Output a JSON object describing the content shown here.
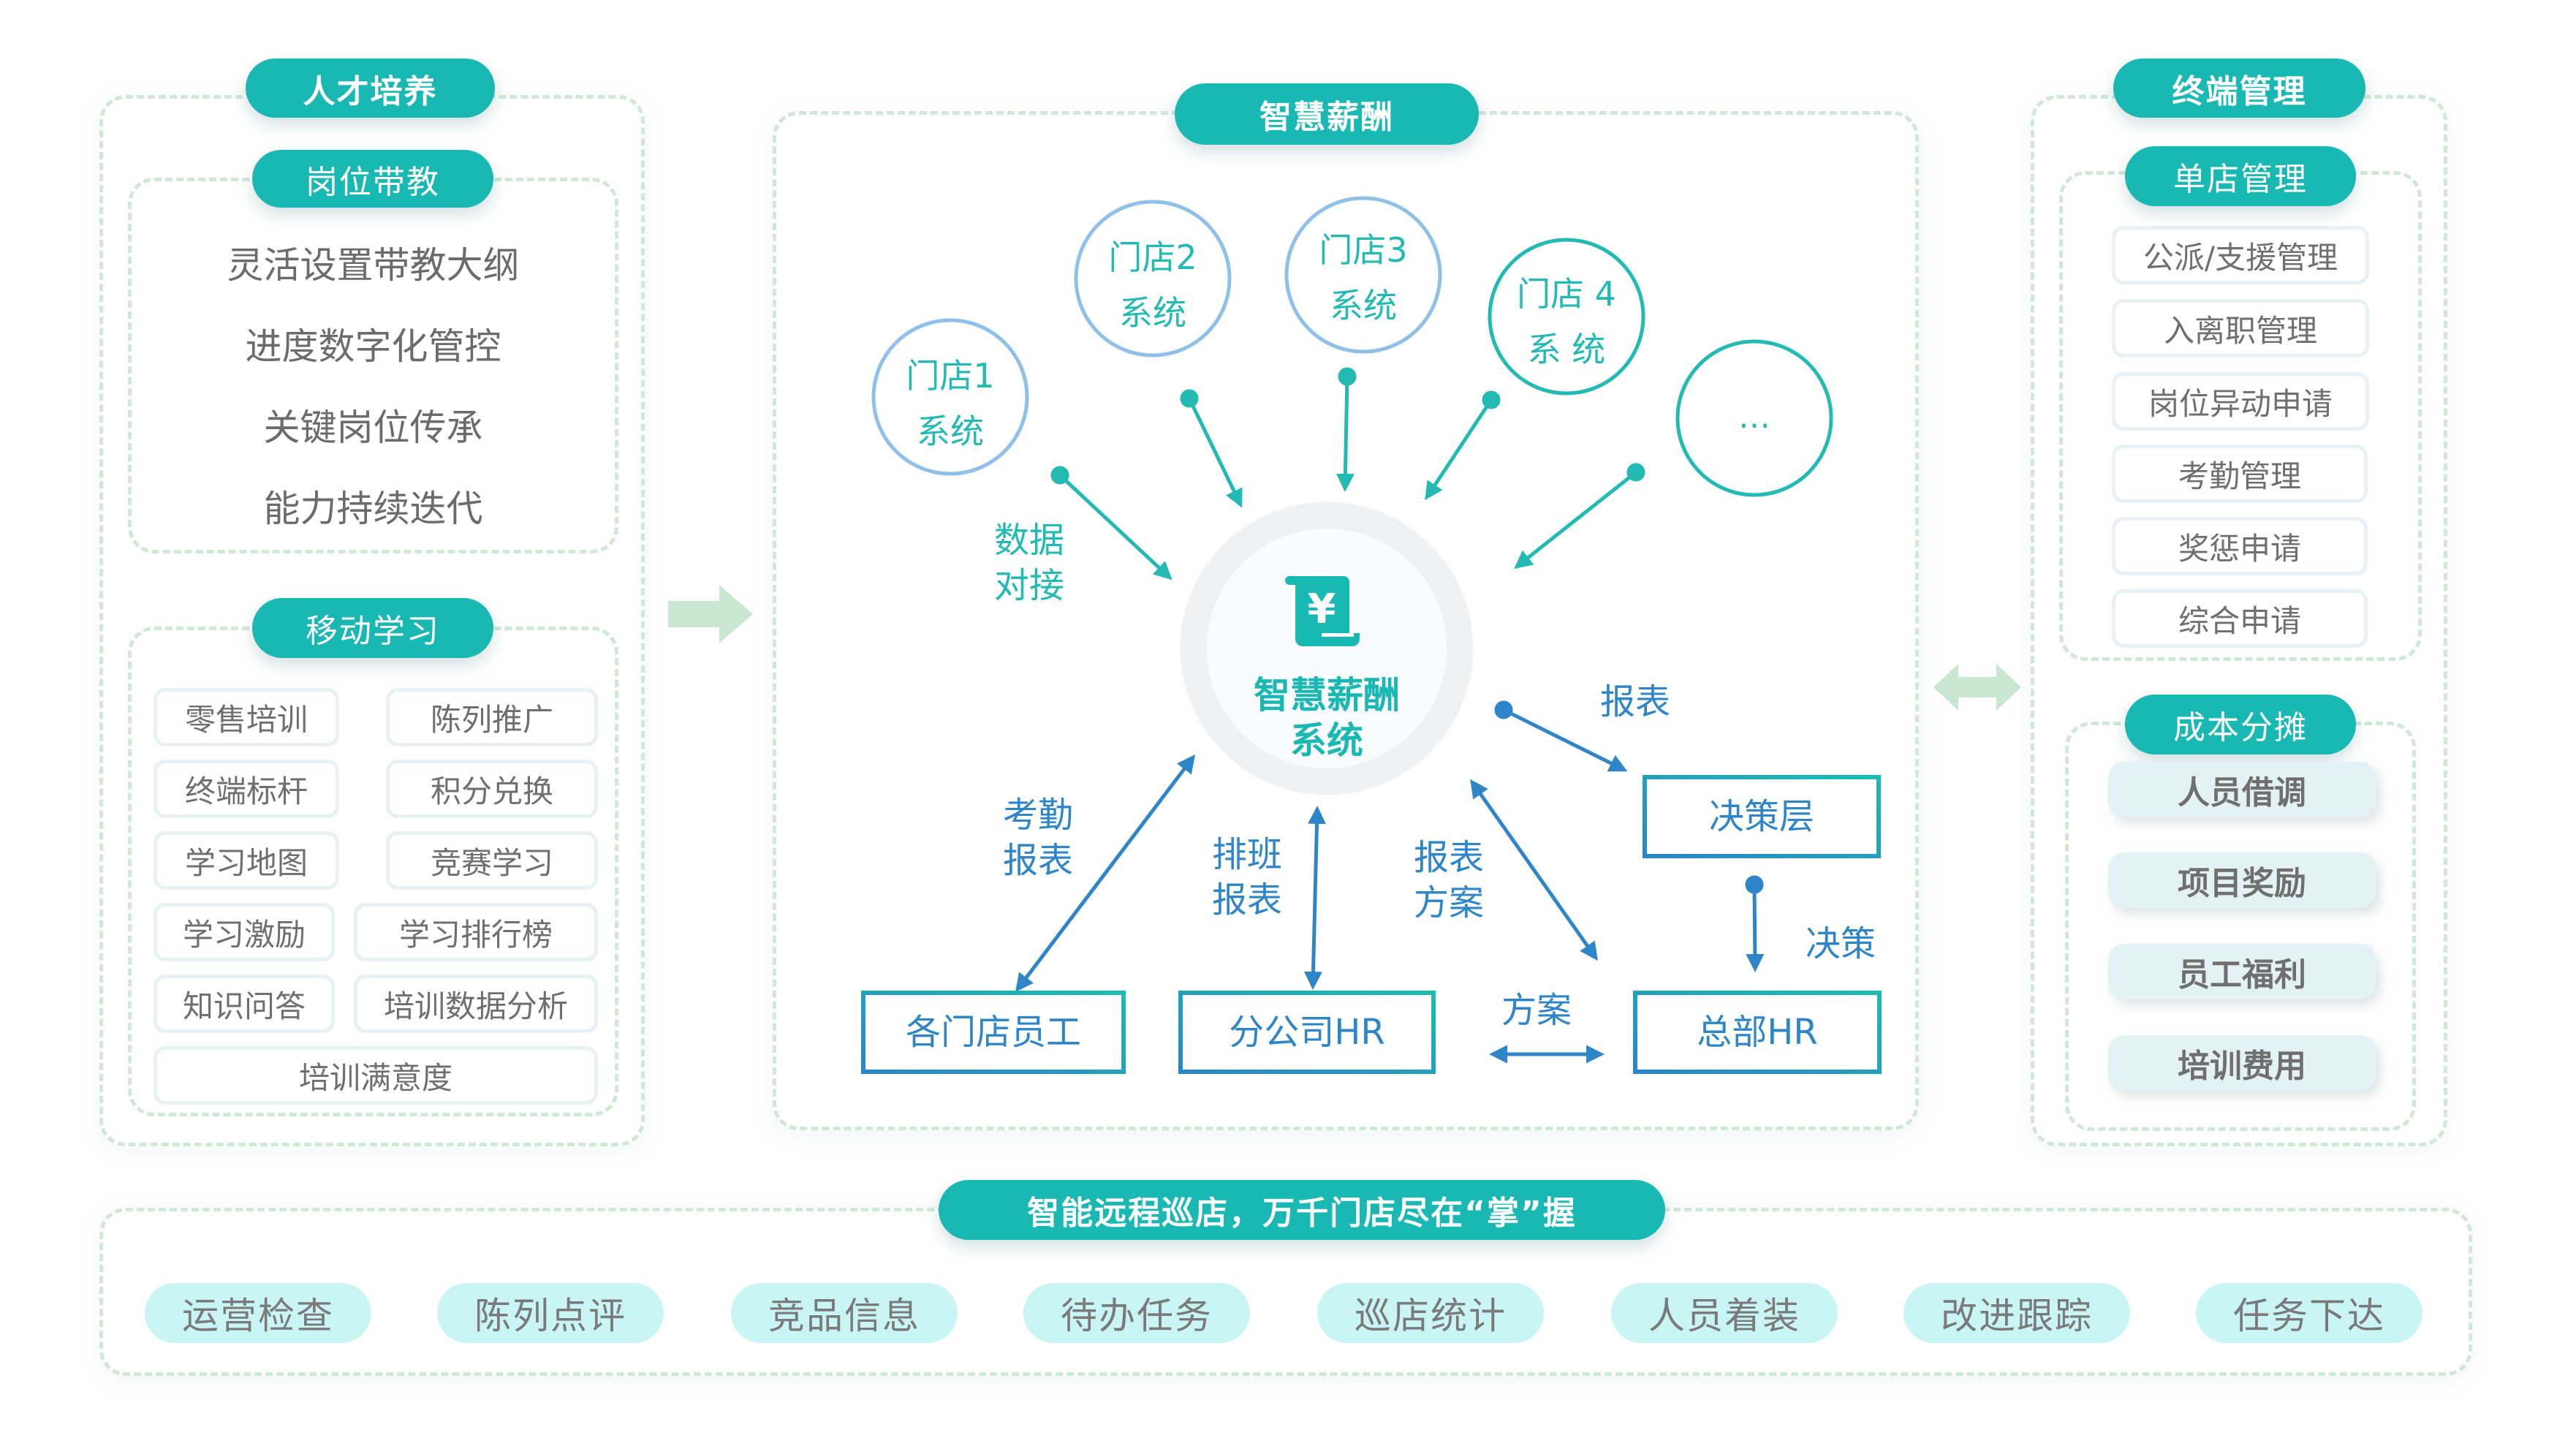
{
  "colors": {
    "teal": "#19b8b3",
    "blue": "#2e86c9",
    "light_blue_circle": "#8ec0ea",
    "dashed_green": "#cfe9d6",
    "chip_border": "#e6f2f3",
    "cost_chip_bg": "#e3f3f5",
    "tag_bg": "#c9f5f4",
    "arrow_green": "#c8e6d0",
    "text_gray": "#6f6f6f"
  },
  "left_panel": {
    "title": "人才培养",
    "mentoring": {
      "title": "岗位带教",
      "lines": [
        "灵活设置带教大纲",
        "进度数字化管控",
        "关键岗位传承",
        "能力持续迭代"
      ]
    },
    "mobile_learning": {
      "title": "移动学习",
      "rows": [
        [
          "零售培训",
          "陈列推广"
        ],
        [
          "终端标杆",
          "积分兑换"
        ],
        [
          "学习地图",
          "竞赛学习"
        ],
        [
          "学习激励",
          "学习排行榜"
        ],
        [
          "知识问答",
          "培训数据分析"
        ],
        [
          "培训满意度"
        ]
      ]
    }
  },
  "center_panel": {
    "title": "智慧薪酬",
    "stores": [
      {
        "line1": "门店1",
        "line2": "系统"
      },
      {
        "line1": "门店2",
        "line2": "系统"
      },
      {
        "line1": "门店3",
        "line2": "系统"
      },
      {
        "line1": "门店 4",
        "line2": "系 统"
      },
      {
        "line1": "…",
        "line2": ""
      }
    ],
    "data_label": [
      "数据",
      "对接"
    ],
    "core": {
      "icon": "yen-scroll-icon",
      "line1": "智慧薪酬",
      "line2": "系统"
    },
    "labels": {
      "report_top": "报表",
      "attendance": [
        "考勤",
        "报表"
      ],
      "schedule": [
        "排班",
        "报表"
      ],
      "report_plan": [
        "报表",
        "方案"
      ],
      "decision": "决策",
      "plan": "方案"
    },
    "boxes": {
      "store_staff": "各门店员工",
      "branch_hr": "分公司HR",
      "hq_hr": "总部HR",
      "decision_layer": "决策层"
    }
  },
  "right_panel": {
    "title": "终端管理",
    "single_store": {
      "title": "单店管理",
      "items": [
        "公派/支援管理",
        "入离职管理",
        "岗位异动申请",
        "考勤管理",
        "奖惩申请",
        "综合申请"
      ]
    },
    "cost_allocation": {
      "title": "成本分摊",
      "items": [
        "人员借调",
        "项目奖励",
        "员工福利",
        "培训费用"
      ]
    }
  },
  "bottom_panel": {
    "title": "智能远程巡店，万千门店尽在“掌”握",
    "tags": [
      "运营检查",
      "陈列点评",
      "竞品信息",
      "待办任务",
      "巡店统计",
      "人员着装",
      "改进跟踪",
      "任务下达"
    ]
  }
}
